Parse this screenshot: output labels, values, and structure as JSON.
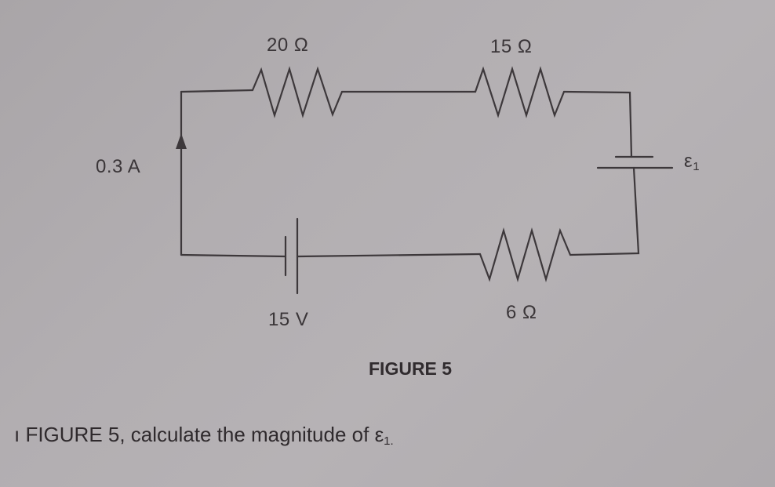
{
  "figure": {
    "caption": "FIGURE 5",
    "components": {
      "resistor_top_left": {
        "label": "20 Ω",
        "value_ohm": 20
      },
      "resistor_top_right": {
        "label": "15 Ω",
        "value_ohm": 15
      },
      "resistor_bottom": {
        "label": "6 Ω",
        "value_ohm": 6
      },
      "battery_bottom": {
        "label": "15 V",
        "value_volt": 15
      },
      "battery_right": {
        "label_symbol": "ε",
        "label_subscript": "1"
      },
      "current": {
        "label": "0.3 A",
        "value_amp": 0.3,
        "direction": "up"
      }
    }
  },
  "question": {
    "text": "ı FIGURE 5, calculate the magnitude of ",
    "symbol": "ε",
    "subscript": "1."
  },
  "colors": {
    "background": "#b2aeb1",
    "ink": "#3a3538"
  }
}
